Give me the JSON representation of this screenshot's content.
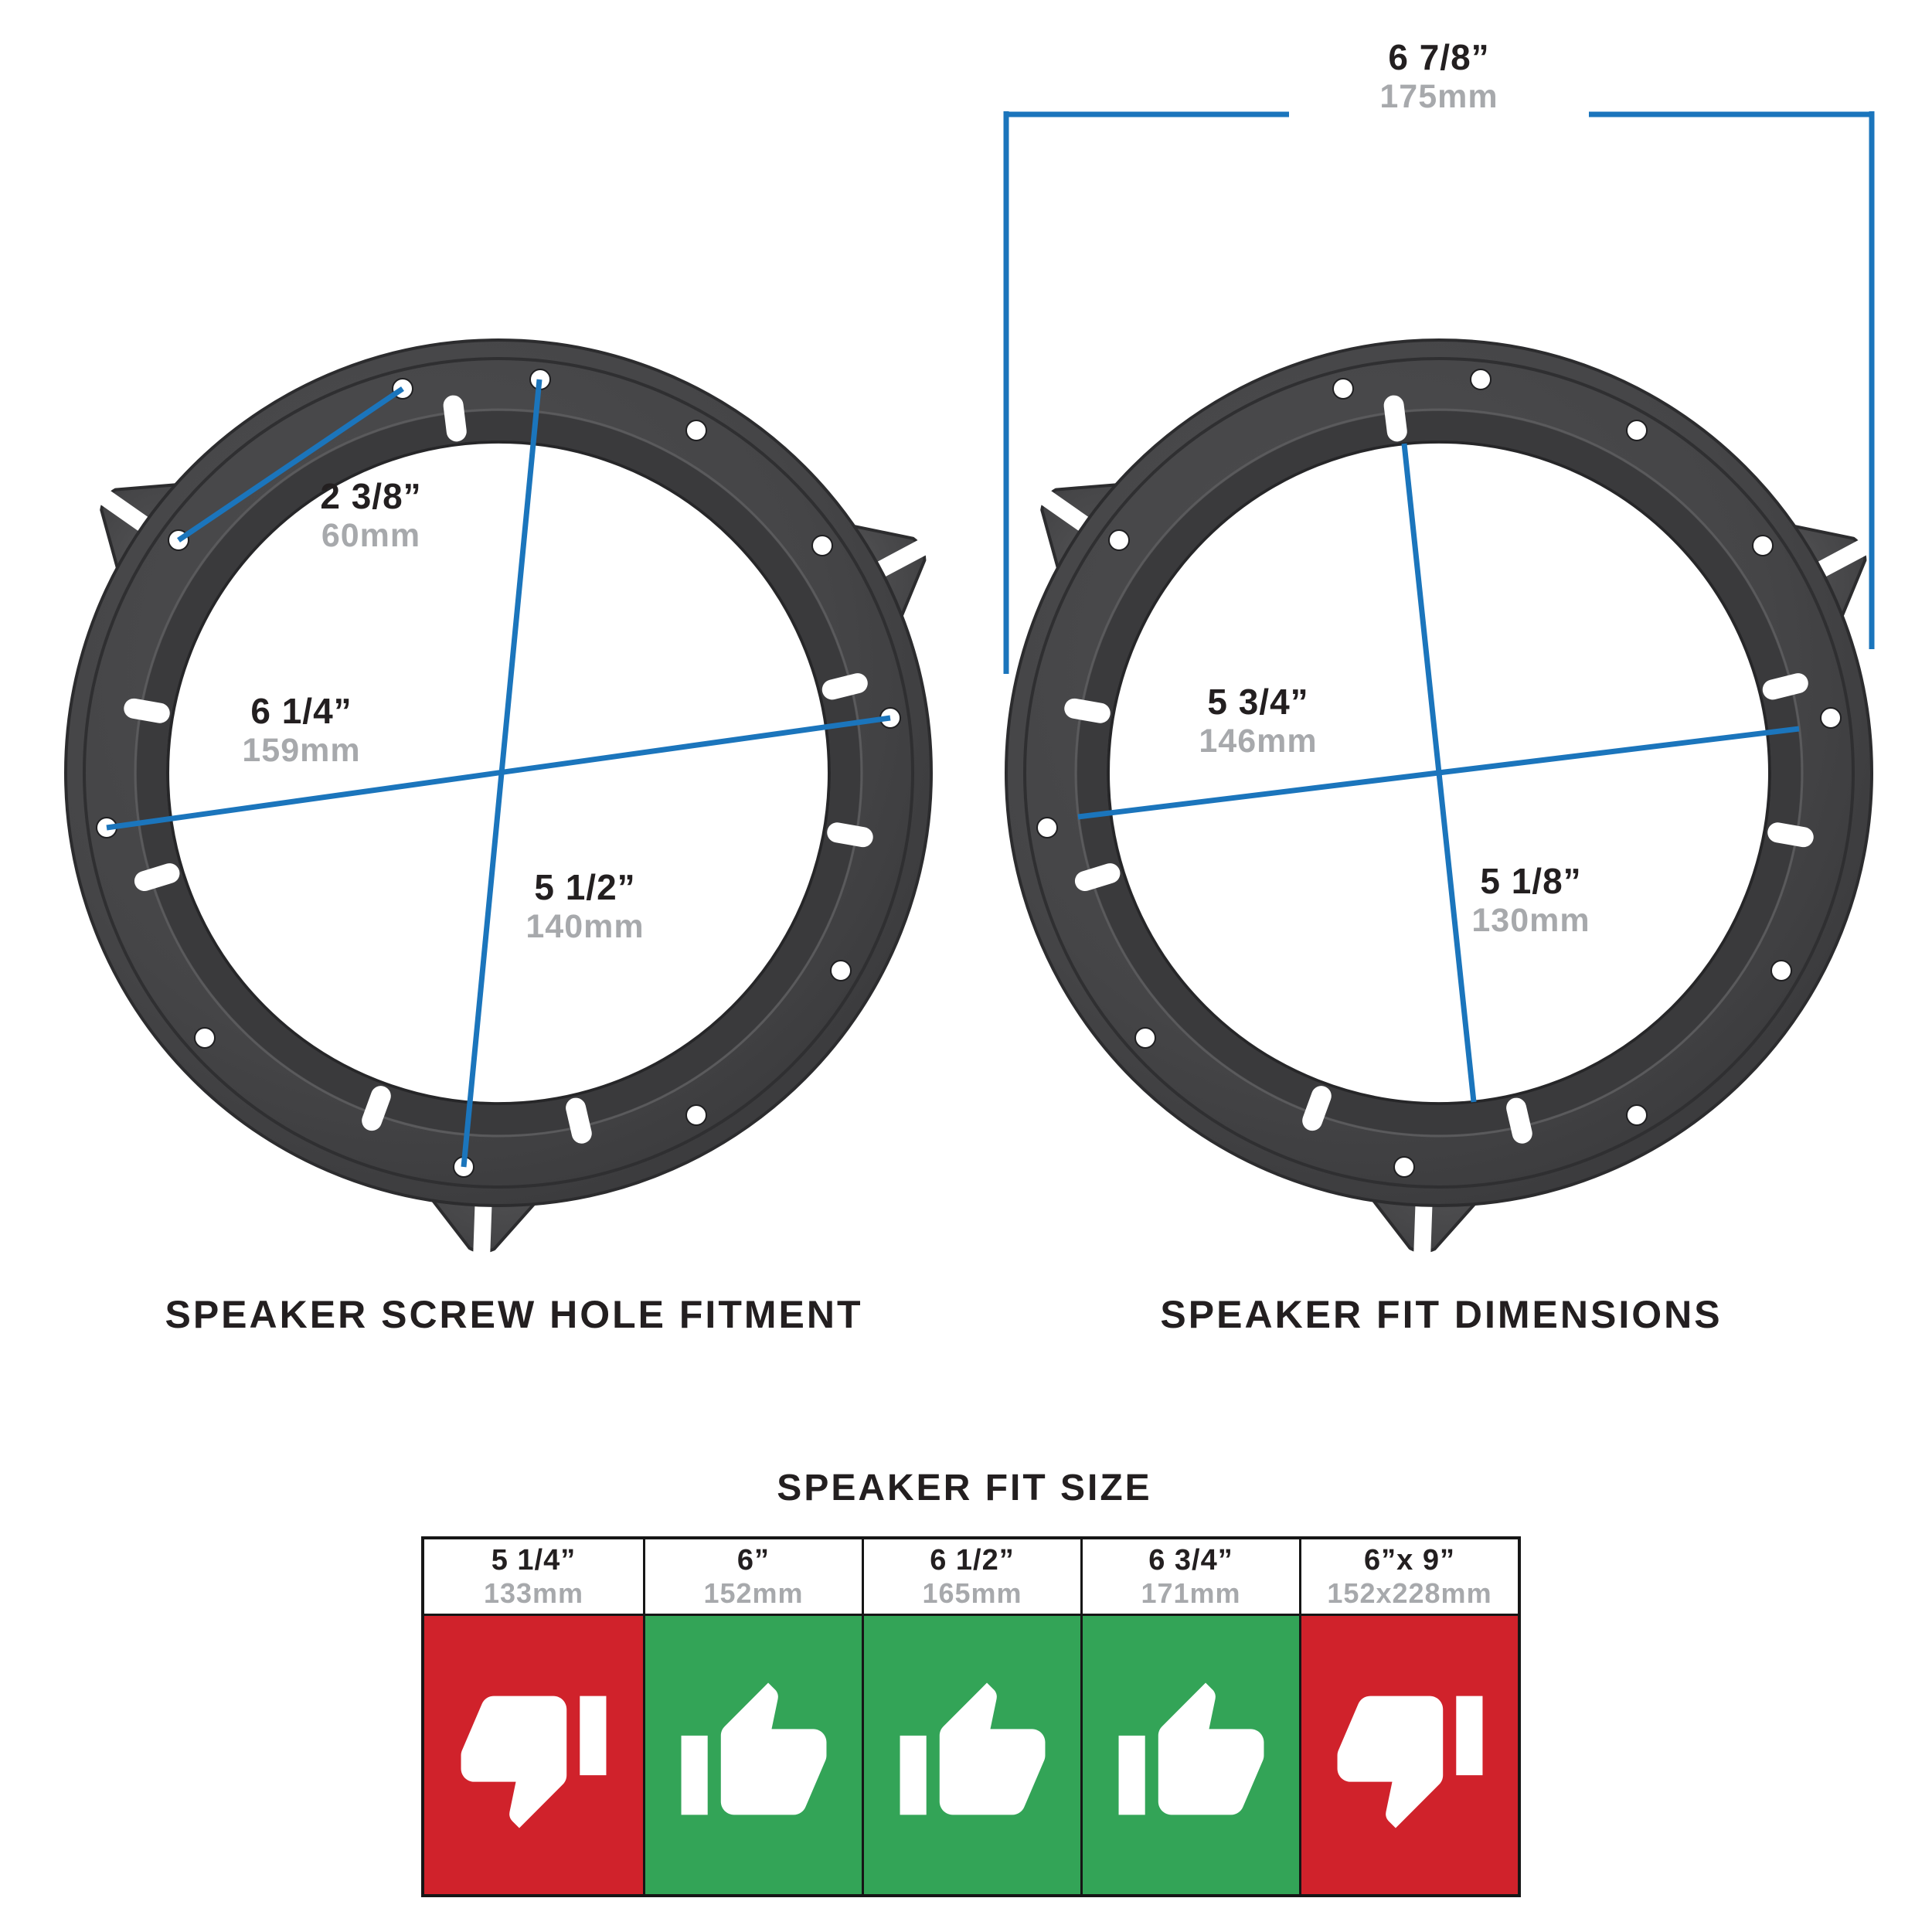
{
  "colors": {
    "dimension_blue": "#1b75bc",
    "text_dark": "#231f20",
    "text_gray": "#a7a9ac",
    "fit_red": "#d0222b",
    "fit_green": "#33a457",
    "ring_gray": "#454547"
  },
  "left_diagram": {
    "title": "SPEAKER SCREW HOLE FITMENT",
    "measurements": [
      {
        "name": "screw-hole-spacing",
        "inches": "2 3/8”",
        "mm": "60mm"
      },
      {
        "name": "screw-hole-circle",
        "inches": "6 1/4”",
        "mm": "159mm"
      },
      {
        "name": "screw-hole-circle-2",
        "inches": "5 1/2”",
        "mm": "140mm"
      }
    ]
  },
  "right_diagram": {
    "title": "SPEAKER FIT DIMENSIONS",
    "overall": {
      "name": "outer-diameter",
      "inches": "6 7/8”",
      "mm": "175mm"
    },
    "measurements": [
      {
        "name": "lip-diameter",
        "inches": "5 3/4”",
        "mm": "146mm"
      },
      {
        "name": "opening-diameter",
        "inches": "5 1/8”",
        "mm": "130mm"
      }
    ]
  },
  "fit_table": {
    "title": "SPEAKER FIT SIZE",
    "columns": [
      {
        "inches": "5 1/4”",
        "mm": "133mm",
        "fit": "no"
      },
      {
        "inches": "6”",
        "mm": "152mm",
        "fit": "yes"
      },
      {
        "inches": "6 1/2”",
        "mm": "165mm",
        "fit": "yes"
      },
      {
        "inches": "6 3/4”",
        "mm": "171mm",
        "fit": "yes"
      },
      {
        "inches": "6”x 9”",
        "mm": "152x228mm",
        "fit": "no"
      }
    ]
  }
}
